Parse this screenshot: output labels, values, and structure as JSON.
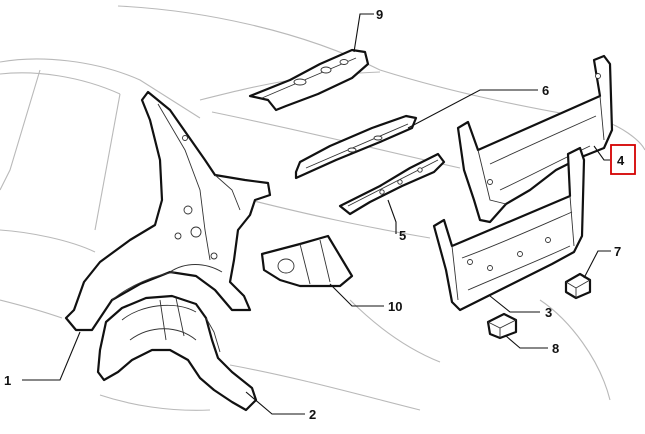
{
  "callouts": [
    {
      "id": "1",
      "label": "1"
    },
    {
      "id": "2",
      "label": "2"
    },
    {
      "id": "3",
      "label": "3"
    },
    {
      "id": "4",
      "label": "4",
      "highlighted": true
    },
    {
      "id": "5",
      "label": "5"
    },
    {
      "id": "6",
      "label": "6"
    },
    {
      "id": "7",
      "label": "7"
    },
    {
      "id": "8",
      "label": "8"
    },
    {
      "id": "9",
      "label": "9"
    },
    {
      "id": "10",
      "label": "10"
    }
  ],
  "colors": {
    "highlight": "#d40000",
    "part_stroke": "#111111",
    "body_outline": "#b9b9b9"
  }
}
